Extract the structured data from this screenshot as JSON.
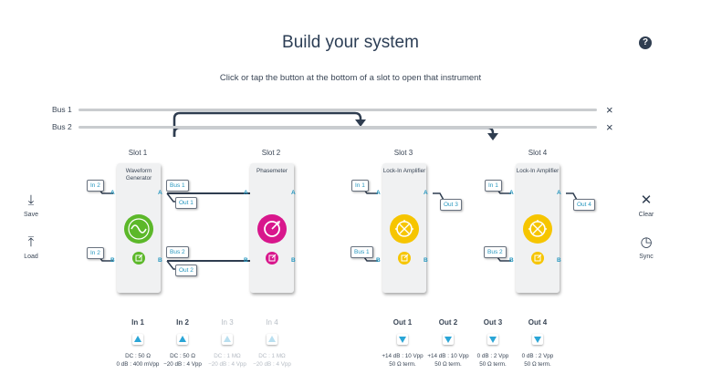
{
  "header": {
    "title": "Build your system",
    "subtitle": "Click or tap the button at the bottom of a slot to open that instrument",
    "help_icon": "question-icon",
    "help_label": "?"
  },
  "buses": [
    {
      "label": "Bus 1",
      "remove": "×"
    },
    {
      "label": "Bus 2",
      "remove": "×"
    }
  ],
  "slots": [
    {
      "label": "Slot 1",
      "instrument": "Waveform Generator",
      "color": "#5cb82a"
    },
    {
      "label": "Slot 2",
      "instrument": "Phasemeter",
      "color": "#d8178c"
    },
    {
      "label": "Slot 3",
      "instrument": "Lock-In Amplifier",
      "color": "#f6c500"
    },
    {
      "label": "Slot 4",
      "instrument": "Lock-In Amplifier",
      "color": "#f6c500"
    }
  ],
  "ports": {
    "a": "A",
    "b": "B"
  },
  "tags": {
    "s1_in_a": "In 2",
    "s1_in_b": "In 2",
    "s1_bus_a": "Bus 1",
    "s1_out_a": "Out 1",
    "s1_bus_b": "Bus 2",
    "s1_out_b": "Out 2",
    "s3_in_a": "In 1",
    "s3_in_b": "Bus 1",
    "s3_out_a": "Out 3",
    "s4_in_a": "In 1",
    "s4_in_b": "Bus 2",
    "s4_out_a": "Out 4"
  },
  "left_actions": [
    {
      "label": "Save",
      "icon": "save-icon",
      "glyph": "⤓"
    },
    {
      "label": "Load",
      "icon": "load-icon",
      "glyph": "⤒"
    }
  ],
  "right_actions": [
    {
      "label": "Clear",
      "icon": "close-icon",
      "glyph": "✕"
    },
    {
      "label": "Sync",
      "icon": "gauge-icon",
      "glyph": "◷"
    }
  ],
  "inputs": [
    {
      "name": "In 1",
      "line1": "DC : 50 Ω",
      "line2": "0 dB : 400 mVpp",
      "active": true
    },
    {
      "name": "In 2",
      "line1": "DC : 50 Ω",
      "line2": "−20 dB : 4 Vpp",
      "active": true
    },
    {
      "name": "In 3",
      "line1": "DC : 1 MΩ",
      "line2": "−20 dB : 4 Vpp",
      "active": false
    },
    {
      "name": "In 4",
      "line1": "DC : 1 MΩ",
      "line2": "−20 dB : 4 Vpp",
      "active": false
    }
  ],
  "outputs": [
    {
      "name": "Out 1",
      "line1": "+14 dB : 10 Vpp",
      "line2": "50 Ω term."
    },
    {
      "name": "Out 2",
      "line1": "+14 dB : 10 Vpp",
      "line2": "50 Ω term."
    },
    {
      "name": "Out 3",
      "line1": "0 dB : 2 Vpp",
      "line2": "50 Ω term."
    },
    {
      "name": "Out 4",
      "line1": "0 dB : 2 Vpp",
      "line2": "50 Ω term."
    }
  ]
}
